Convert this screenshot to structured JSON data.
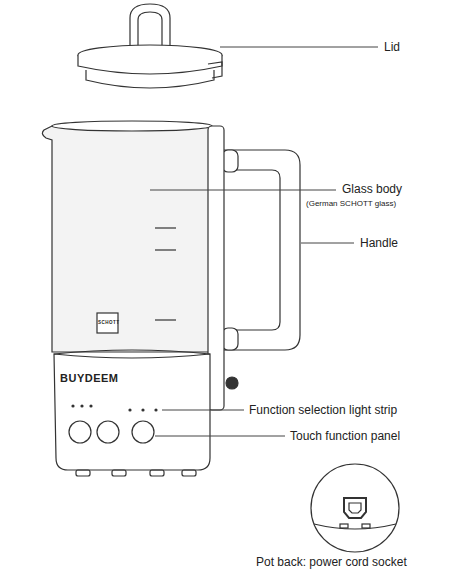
{
  "diagram": {
    "labels": [
      "Lid",
      "Glass body",
      "(German SCHOTT glass)",
      "Handle",
      "Function selection light strip",
      "Touch function panel",
      "Pot back: power cord socket",
      "BUYDEEM",
      "SCHOTT"
    ]
  }
}
